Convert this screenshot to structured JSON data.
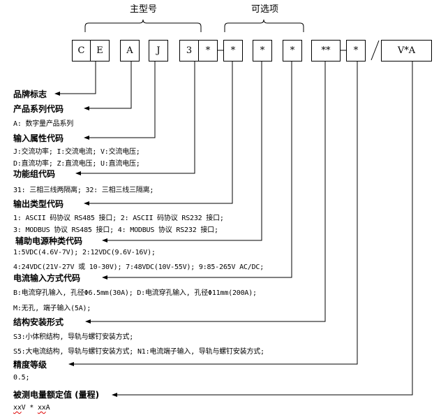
{
  "groups": {
    "main_model": "主型号",
    "options": "可选项"
  },
  "code_boxes": [
    "C",
    "E",
    "A",
    "J",
    "3",
    "*",
    "*",
    "*",
    "*",
    "**",
    "*",
    "V*A"
  ],
  "slash": "/",
  "sections": [
    {
      "heading": "品牌标志",
      "lines": []
    },
    {
      "heading": "产品系列代码",
      "lines": [
        "A: 数字量产品系列"
      ]
    },
    {
      "heading": "输入属性代码",
      "lines": [
        "J:交流功率; I:交流电流; V:交流电压;",
        "D:直流功率; Z:直流电压; U:直流电压;"
      ]
    },
    {
      "heading": "功能组代码",
      "lines": [
        "31: 三相三线两隔离;  32: 三相三线三隔离;"
      ]
    },
    {
      "heading": "输出类型代码",
      "lines": [
        "1: ASCII 码协议 RS485 接口; 2: ASCII 码协议 RS232 接口;",
        "3: MODBUS 协议 RS485 接口; 4: MODBUS 协议 RS232 接口;"
      ]
    },
    {
      "heading": "辅助电源种类代码",
      "lines": [
        "1:5VDC(4.6V-7V);    2:12VDC(9.6V-16V);",
        "4:24VDC(21V-27V 或 10-30V);  7:48VDC(10V-55V);    9:85-265V AC/DC;"
      ]
    },
    {
      "heading": "电流输入方式代码",
      "lines": [
        "B:电流穿孔输入, 孔径Φ6.5mm(30A); D:电流穿孔输入, 孔径Φ11mm(200A);",
        "M:无孔, 端子输入(5A);"
      ]
    },
    {
      "heading": "结构安装形式",
      "lines": [
        "S3:小体积结构, 导轨与螺钉安装方式;",
        "S5:大电流结构, 导轨与螺钉安装方式;    N1:电流端子输入, 导轨与螺钉安装方式;"
      ]
    },
    {
      "heading": "精度等级",
      "lines": [
        "0.5;"
      ]
    },
    {
      "heading": "被测电量额定值 (量程)",
      "lines": [],
      "example": {
        "a": "xx",
        "b": "V * ",
        "c": "xx",
        "d": "A"
      }
    }
  ],
  "colors": {
    "line": "#000000",
    "underline": "#dd0000"
  }
}
